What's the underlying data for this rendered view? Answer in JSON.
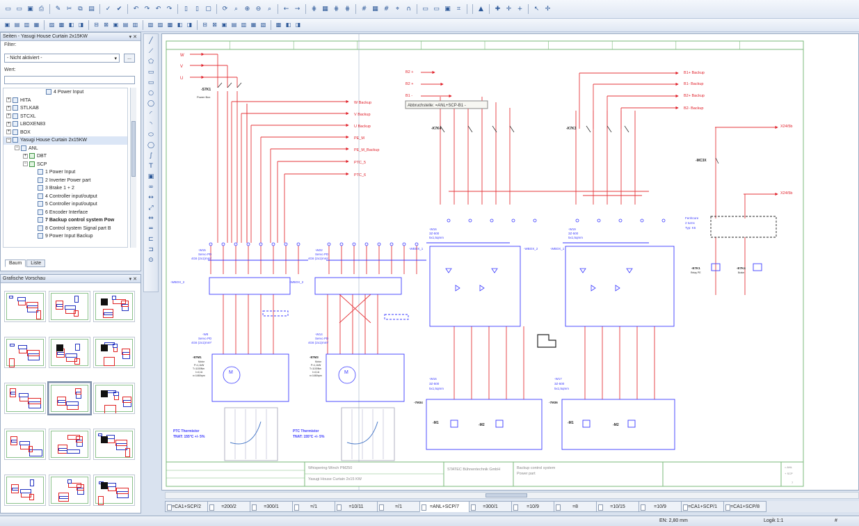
{
  "toolbar": {
    "row1": [
      "new-icon",
      "open-icon",
      "save-icon",
      "print-icon",
      "sep",
      "tools-icon",
      "cut-icon",
      "copy-icon",
      "paste-icon",
      "sep",
      "check-icon",
      "check2-icon",
      "sep",
      "undo-icon",
      "redo-icon",
      "undo-all-icon",
      "redo-all-icon",
      "sep",
      "page-icon",
      "pages-icon",
      "window-icon",
      "sep",
      "refresh-icon",
      "zoom-fit-icon",
      "zoom-in-icon",
      "zoom-out-icon",
      "zoom-window-icon",
      "sep",
      "arrow-left-icon",
      "arrow-right-icon",
      "sep",
      "grid-icon",
      "grid-snap-icon",
      "grid2-icon",
      "grid3-icon",
      "sep",
      "hash-icon",
      "snap-icon",
      "hash2-icon",
      "cursor-hash-icon",
      "magnet-icon",
      "sep",
      "note-icon",
      "frame-icon",
      "frame-active-icon",
      "clip-icon",
      "sep",
      "sep",
      "triangle-icon",
      "sep",
      "cursor-plus-icon",
      "cross-icon",
      "cross2-icon",
      "sep",
      "pointer-icon",
      "pointer-plus-icon"
    ],
    "row2": [
      "a",
      "b",
      "c",
      "d",
      "sep",
      "e",
      "f",
      "g",
      "h",
      "sep",
      "i",
      "j",
      "k",
      "l",
      "m",
      "sep",
      "n",
      "o",
      "p",
      "q",
      "r",
      "sep",
      "s",
      "t",
      "u",
      "v",
      "w",
      "x",
      "y",
      "sep",
      "z",
      "aa",
      "ab"
    ],
    "glyphs": {
      "new-icon": "▭",
      "open-icon": "▭",
      "save-icon": "▣",
      "print-icon": "⎙",
      "tools-icon": "✎",
      "cut-icon": "✂",
      "copy-icon": "⧉",
      "paste-icon": "▤",
      "check-icon": "✓",
      "check2-icon": "✔",
      "undo-icon": "↶",
      "redo-icon": "↷",
      "undo-all-icon": "↶",
      "redo-all-icon": "↷",
      "page-icon": "▯",
      "pages-icon": "▯",
      "window-icon": "▢",
      "refresh-icon": "⟳",
      "zoom-fit-icon": "⌕",
      "zoom-in-icon": "⊕",
      "zoom-out-icon": "⊖",
      "zoom-window-icon": "⌕",
      "arrow-left-icon": "←",
      "arrow-right-icon": "→",
      "grid-icon": "⋕",
      "grid-snap-icon": "▦",
      "grid2-icon": "⋕",
      "grid3-icon": "⋕",
      "hash-icon": "#",
      "snap-icon": "▦",
      "hash2-icon": "#",
      "cursor-hash-icon": "⌖",
      "magnet-icon": "∩",
      "note-icon": "▭",
      "frame-icon": "▭",
      "frame-active-icon": "▣",
      "clip-icon": "⌗",
      "triangle-icon": "▲",
      "cursor-plus-icon": "✚",
      "cross-icon": "✛",
      "cross2-icon": "+",
      "pointer-icon": "↖",
      "pointer-plus-icon": "✢"
    }
  },
  "pages_panel": {
    "title": "Seiten - Yasugi House Curtain 2x15KW",
    "filter_label": "Filter:",
    "filter_value": "- Nicht aktiviert -",
    "filter_button": "...",
    "wert_label": "Wert:",
    "tree": [
      {
        "indent": 4,
        "expander": "",
        "icon": "p",
        "label": "4 Power Input"
      },
      {
        "indent": 0,
        "expander": "+",
        "icon": "b",
        "label": "HITA"
      },
      {
        "indent": 0,
        "expander": "+",
        "icon": "b",
        "label": "STLKAB"
      },
      {
        "indent": 0,
        "expander": "+",
        "icon": "b",
        "label": "STCXL"
      },
      {
        "indent": 0,
        "expander": "+",
        "icon": "b",
        "label": "LBOXEN83"
      },
      {
        "indent": 0,
        "expander": "+",
        "icon": "b",
        "label": "BOX"
      },
      {
        "indent": 0,
        "expander": "−",
        "icon": "b",
        "label": "Yasugi House Curtain 2x15KW",
        "selected": true
      },
      {
        "indent": 1,
        "expander": "−",
        "icon": "b",
        "label": "ANL"
      },
      {
        "indent": 2,
        "expander": "+",
        "icon": "g",
        "label": "DBT"
      },
      {
        "indent": 2,
        "expander": "−",
        "icon": "g",
        "label": "SCP"
      },
      {
        "indent": 3,
        "expander": "",
        "icon": "p",
        "label": "1 Power Input"
      },
      {
        "indent": 3,
        "expander": "",
        "icon": "p",
        "label": "2 Inverter Power part"
      },
      {
        "indent": 3,
        "expander": "",
        "icon": "p",
        "label": "3 Brake 1 + 2"
      },
      {
        "indent": 3,
        "expander": "",
        "icon": "p",
        "label": "4 Controller input/output"
      },
      {
        "indent": 3,
        "expander": "",
        "icon": "p",
        "label": "5 Controller input/output"
      },
      {
        "indent": 3,
        "expander": "",
        "icon": "p",
        "label": "6 Encoder Interface"
      },
      {
        "indent": 3,
        "expander": "",
        "icon": "p",
        "label": "7 Backup control system Pow",
        "bold": true
      },
      {
        "indent": 3,
        "expander": "",
        "icon": "p",
        "label": "8 Control system Signal part B"
      },
      {
        "indent": 3,
        "expander": "",
        "icon": "p",
        "label": "9 Power Input Backup"
      }
    ],
    "tabs": [
      "Baum",
      "Liste"
    ]
  },
  "preview_panel": {
    "title": "Grafische Vorschau"
  },
  "drawing": {
    "tooltip": "Abbruchstelle: =ANL+SCP-B1 -",
    "left_inputs": [
      "W",
      "V",
      "U"
    ],
    "left_switch": "-S7K1",
    "left_switch_sub": "Power Box",
    "backup_outputs": [
      "W Backup",
      "V Backup",
      "U Backup",
      "PE_M",
      "PE_M_Backup",
      "PTC_5",
      "PTC_6"
    ],
    "top_in": [
      "B2 +",
      "B2 +",
      "B1 -"
    ],
    "top_out": [
      "B1+ Backup",
      "B1- Backup",
      "B2+ Backup",
      "B2- Backup"
    ],
    "right_out": [
      "X24/5b",
      "X24/5b"
    ],
    "contactor_a": "-K7K4",
    "contactor_b": "-K7K3",
    "mc_label": "-MC3X",
    "cable_a": [
      "-W16",
      "3Z-500",
      "5x1,5qmm"
    ],
    "cable_b": [
      "-W19",
      "3Z-500",
      "5x1,5qmm"
    ],
    "cable_c": [
      "-W16",
      "3Z-500",
      "5x1,5qmm"
    ],
    "cable_d": [
      "-W17",
      "3Z-500",
      "5x1,5qmm"
    ],
    "wbox": [
      "-WBOX_1",
      "-WBOX_2",
      "-WBOX_1",
      "-WBOX_2"
    ],
    "servo_cables": [
      [
        "-W15",
        "Servo PD",
        "4G6 (2x1)mm²"
      ],
      [
        "-W22",
        "Servo PD",
        "4G6 (2x1)mm²"
      ],
      [
        "-W8",
        "Servo PD",
        "4G6 (2x1)mm²"
      ],
      [
        "-W14",
        "Servo PD",
        "4G6 (2x1)mm²"
      ]
    ],
    "motors": [
      [
        "-87M1",
        "Motor",
        "P=1,1kW",
        "T=1100Nm",
        "I=4,1A",
        "n=1460rpm"
      ],
      [
        "-87M3",
        "Motor",
        "P=1,1kW",
        "T=1100Nm",
        "I=4,1A",
        "n=1460rpm"
      ]
    ],
    "ptc": [
      "PTC Thermistor",
      "TNAT: 155°C +/- 5%"
    ],
    "brake_units": [
      "-7M34",
      "-7M36"
    ],
    "m_labels": [
      "-M1",
      "-M2",
      "-M1",
      "-M2"
    ],
    "ferrite": [
      "Ferritcore",
      "2 turns",
      "Typ: K5"
    ],
    "relays": [
      "-E7K1",
      "-E7K4"
    ],
    "relay_subs": [
      "Relay PE",
      "Brake"
    ],
    "titleblock": {
      "project": "Whispering Winch PM250",
      "subtitle": "Yasugi House Curtain 2x15 KW",
      "company": "STATEC Bühnentechnik GmbH",
      "desc1": "Backup control system",
      "desc2": "Power part",
      "plant": "= ANL",
      "loc": "+ SCP",
      "page": "7"
    }
  },
  "bottom_tabs": [
    "=CA1+SCP/2",
    "=200/2",
    "=300/1",
    "=/1",
    "=10/11",
    "=/1",
    "=ANL+SCP/7",
    "=300/1",
    "=10/9",
    "=8",
    "=10/15",
    "=10/9",
    "=CA1+SCP/1",
    "=CA1+SCP/8"
  ],
  "active_tab_index": 6,
  "status": {
    "coord": "EN: 2,80 mm",
    "logic": "Logik 1:1",
    "hash": "#"
  }
}
